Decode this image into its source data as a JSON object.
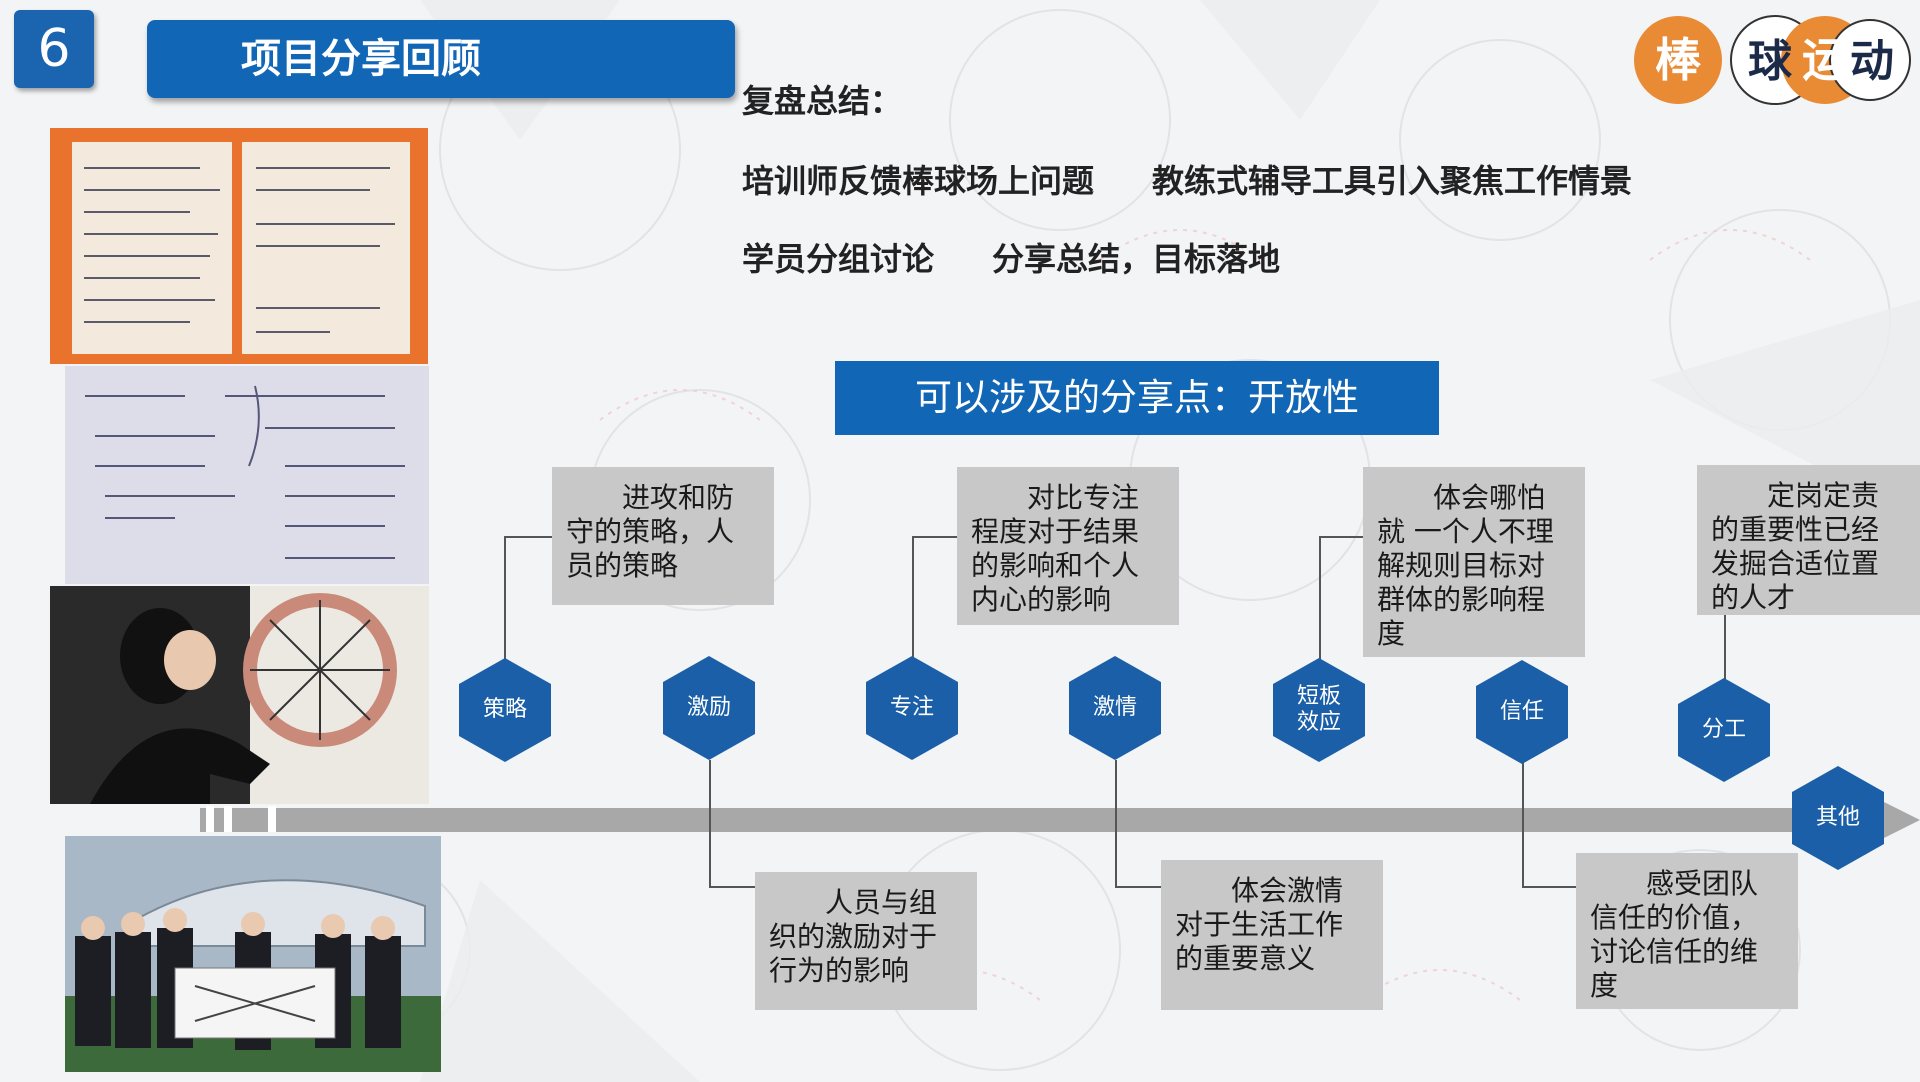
{
  "slide": {
    "number": "6",
    "title": "项目分享回顾",
    "logo_text": "棒球运动"
  },
  "summary": {
    "heading": "复盘总结：",
    "item1": "培训师反馈棒球场上问题",
    "item2": "教练式辅导工具引入聚焦工作情景",
    "item3": "学员分组讨论",
    "item4": "分享总结，目标落地"
  },
  "share_points": {
    "header": "可以涉及的分享点：开放性",
    "nodes": [
      {
        "label": "策略",
        "text": "进攻和防守的策略，人员的策略"
      },
      {
        "label": "激励",
        "text": "人员与组织的激励对于行为的影响"
      },
      {
        "label": "专注",
        "text": "对比专注程度对于结果的影响和个人内心的影响"
      },
      {
        "label": "激情",
        "text": "体会激情对于生活工作的重要意义"
      },
      {
        "label": "短板\n效应",
        "text": "体会哪怕就 一个人不理解规则目标对群体的影响程度"
      },
      {
        "label": "信任",
        "text": "感受团队信任的价值，讨论信任的维度"
      },
      {
        "label": "分工",
        "text": "定岗定责的重要性已经发掘合适位置的人才"
      },
      {
        "label": "其他",
        "text": ""
      }
    ]
  },
  "colors": {
    "primary": "#1266b6",
    "hexagon": "#1a5fa8",
    "card": "#c8c8c8",
    "arrow": "#a8a8a8"
  }
}
